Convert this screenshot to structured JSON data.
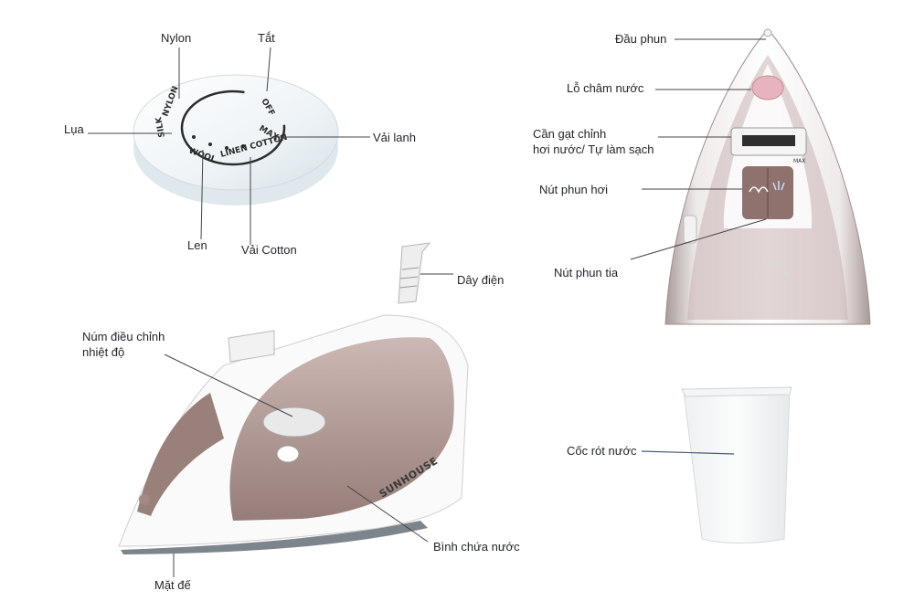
{
  "labels": {
    "dial": {
      "nylon": "Nylon",
      "off": "Tắt",
      "silk": "Lụa",
      "linen": "Vải lanh",
      "wool": "Len",
      "cotton": "Vải Cotton"
    },
    "top_view": {
      "spray_head": "Đầu phun",
      "water_fill_hole": "Lỗ châm nước",
      "steam_lever_line1": "Cần gạt chỉnh",
      "steam_lever_line2": "hơi nước/ Tự làm sạch",
      "steam_button": "Nút phun hơi",
      "spray_button": "Nút phun tia"
    },
    "iron": {
      "power_cord": "Dây điện",
      "temp_knob_line1": "Núm điều chỉnh",
      "temp_knob_line2": "nhiệt độ",
      "water_tank": "Bình chứa nước",
      "soleplate": "Mặt đế"
    },
    "cup": {
      "measuring_cup": "Cốc rót nước"
    }
  },
  "printed": {
    "dial_settings": [
      "NYLON",
      "OFF",
      "SILK",
      "MAX",
      "WOOL",
      "LINEN COTTON"
    ],
    "brand": "SUNHOUSE",
    "max_mark": "MAX"
  },
  "colors": {
    "mocha": "#8b6f6a",
    "mocha_light": "#b99f9a",
    "leader_line": "#444444",
    "cup_line": "#4a5a78",
    "plastic_white": "#f7f7f7",
    "soleplate": "#7d858c"
  }
}
